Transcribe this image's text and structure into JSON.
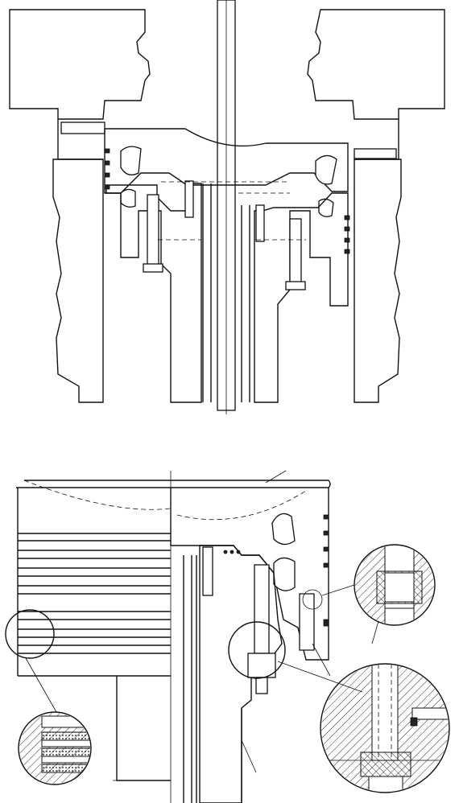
{
  "figure": {
    "views": [
      "top-assembly-section",
      "bottom-piston-detail"
    ],
    "details": [
      "ring-groove-detail",
      "bolt-seat-detail",
      "bolt-nut-detail"
    ]
  },
  "colors": {
    "ink": "#111111",
    "paper": "#ffffff"
  }
}
